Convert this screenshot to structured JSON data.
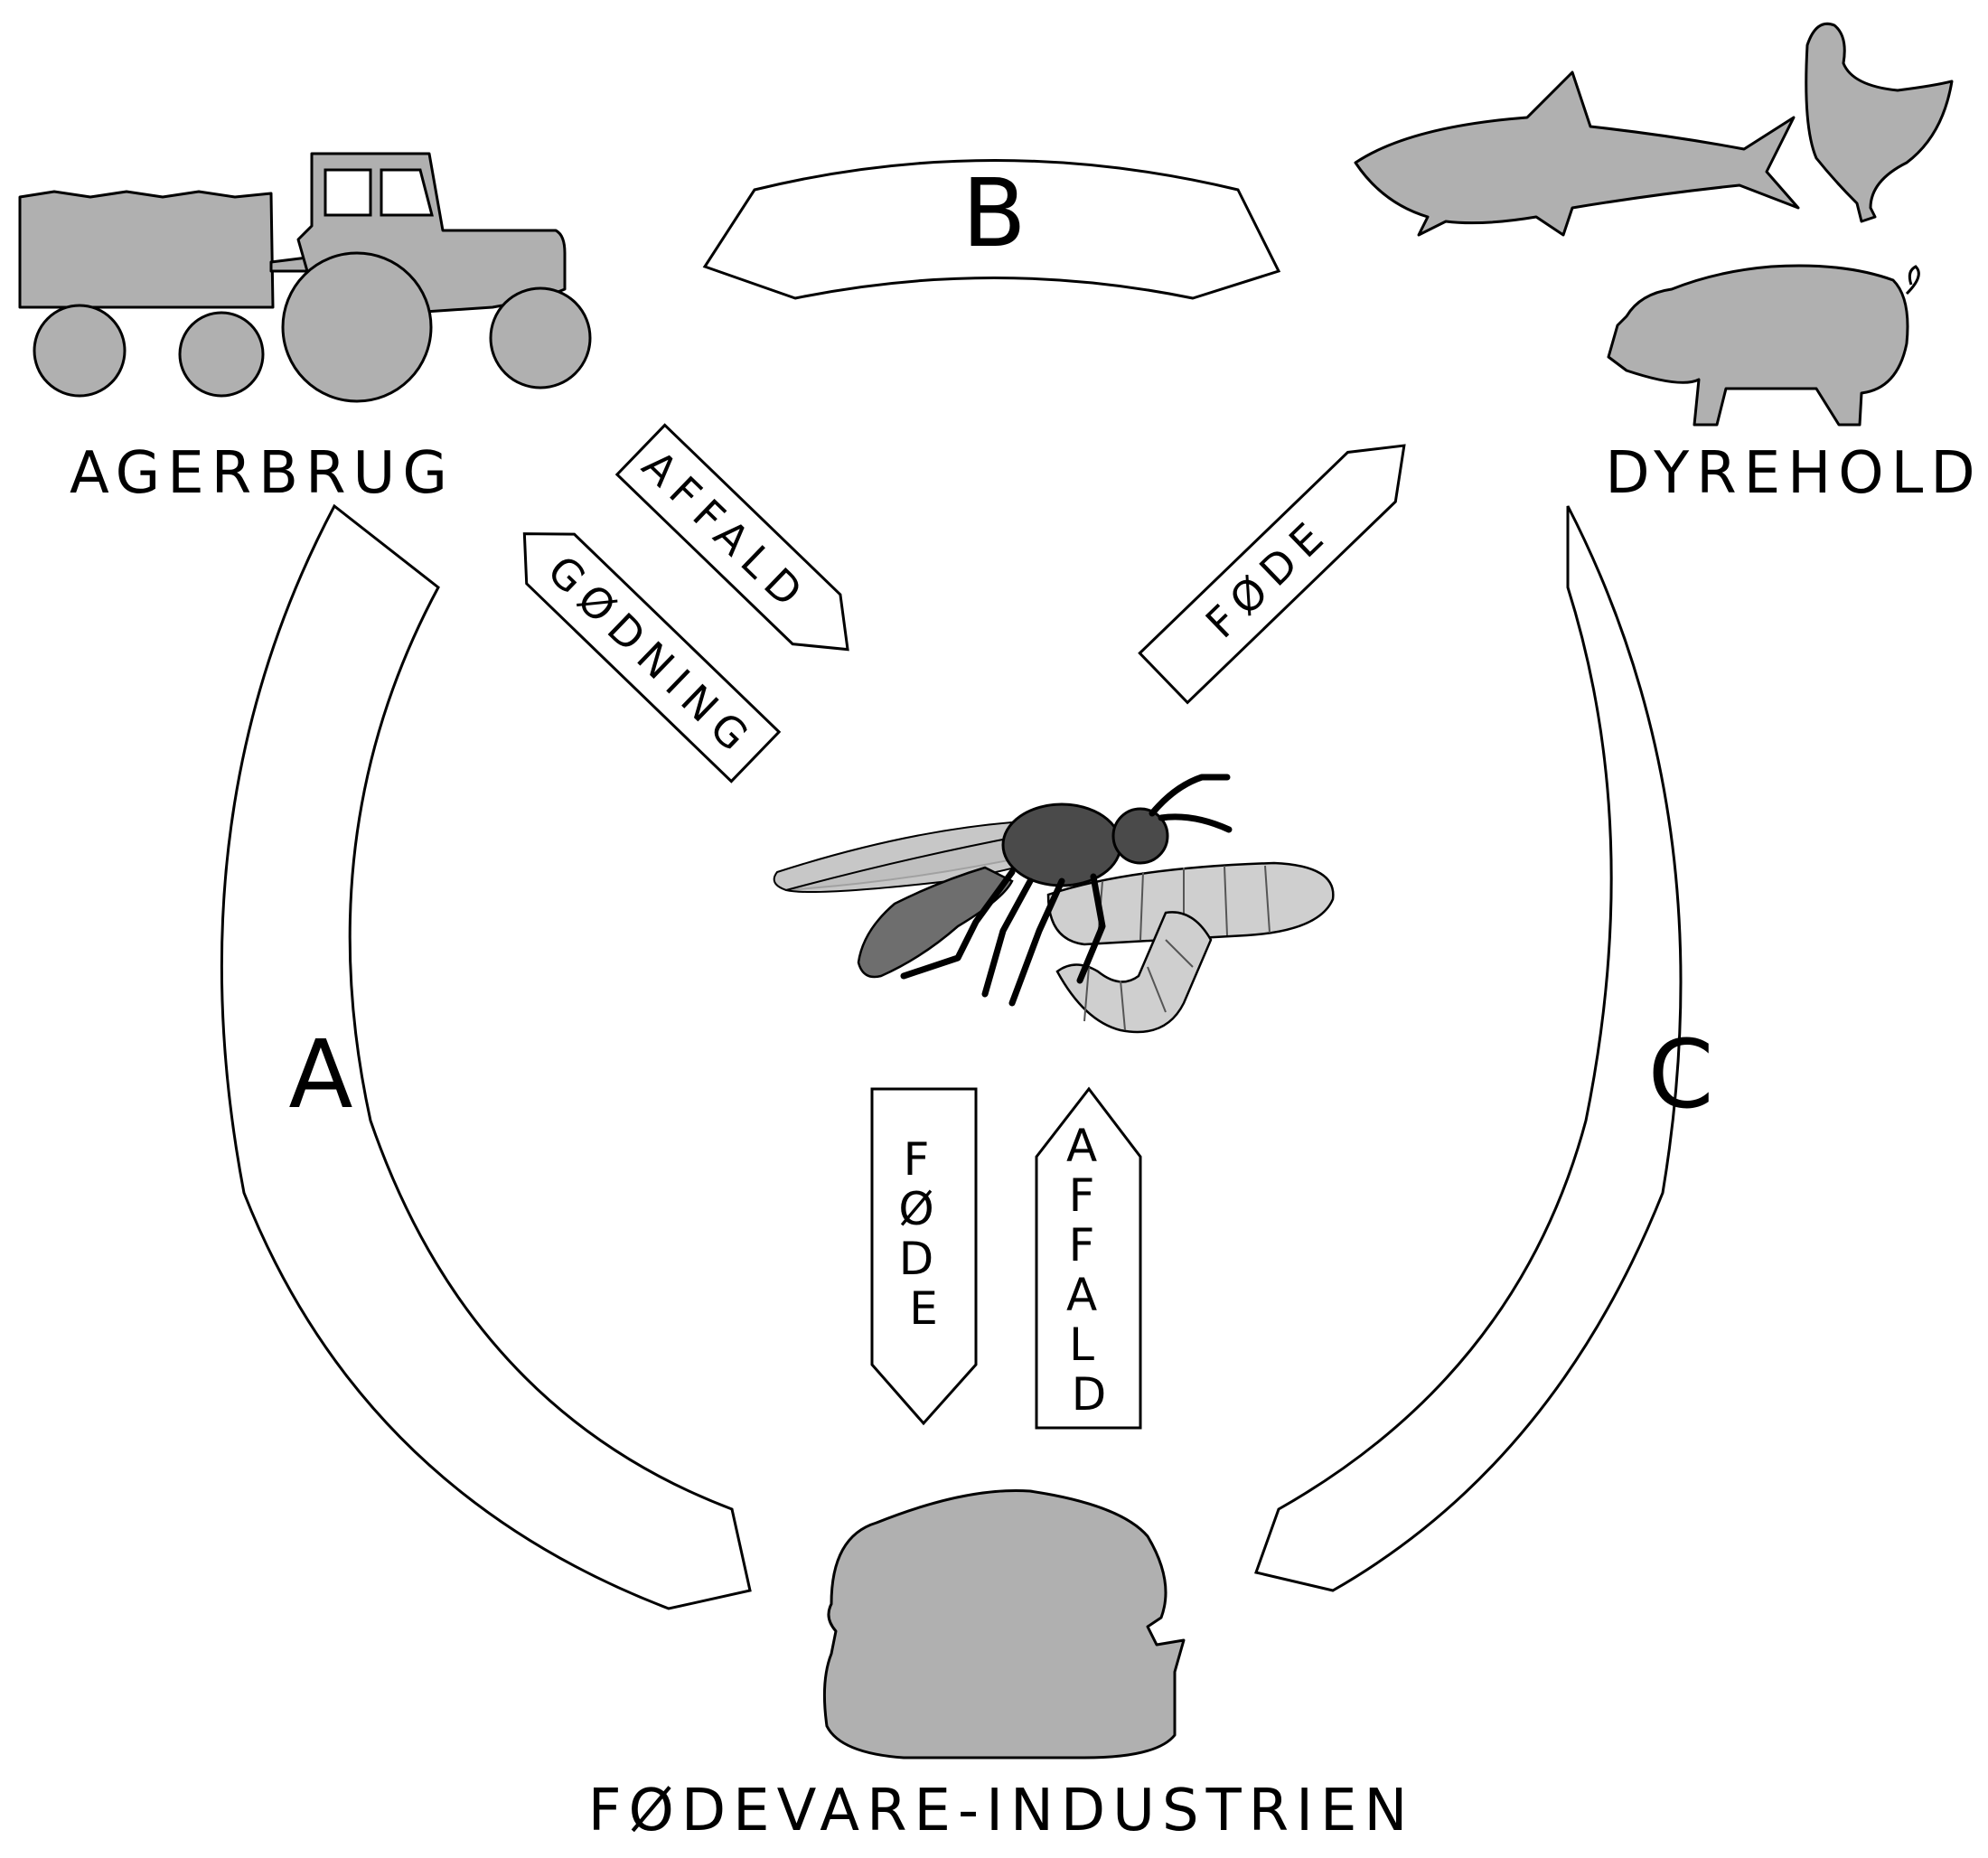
{
  "nodes": {
    "agriculture": "AGERBRUG",
    "livestock": "DYREHOLD",
    "food_industry": "FØDEVARE-INDUSTRIEN"
  },
  "bands": {
    "left": "A",
    "top": "B",
    "right": "C"
  },
  "arrows": {
    "waste_from_agriculture": "AFFALD",
    "fertilizer_to_agriculture": "GØDNING",
    "feed_to_livestock": "FØDE",
    "feed_to_food_industry": "FØDE",
    "waste_from_food_industry": "AFFALD"
  },
  "icons": {
    "agriculture": "tractor-with-trailer-icon",
    "livestock": [
      "fish-icon",
      "chicken-icon",
      "pig-icon"
    ],
    "food_industry": "burger-icon",
    "center": "black-soldier-fly-and-larvae-icon"
  },
  "colors": {
    "silhouette": "#b0b0b0",
    "outline": "#000000",
    "background": "#ffffff"
  }
}
